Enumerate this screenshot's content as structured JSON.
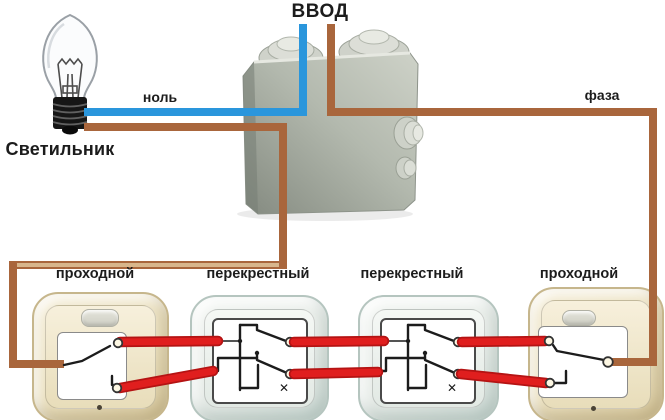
{
  "diagram": {
    "fixture_label": "Светильник",
    "input_label": "ВВОД",
    "neutral_label": "ноль",
    "phase_label": "фаза",
    "switches": [
      {
        "label": "проходной"
      },
      {
        "label": "перекрестный",
        "mark": "✕"
      },
      {
        "label": "перекрестный",
        "mark": "✕"
      },
      {
        "label": "проходной"
      }
    ]
  },
  "colors": {
    "wire_neutral": "#2a96dc",
    "wire_phase": "#a9663c",
    "wire_phase_core": "#d8b68c",
    "wire_traveler": "#e01e1e",
    "wire_traveler_edge": "#b41313",
    "schematic_line": "#1c1c1c",
    "terminal_fill": "#fdf7e3",
    "label_text": "#1c1c1c",
    "switch_beige": "#ebe1c1",
    "switch_white": "#e7ece8",
    "box_body": "#b3b9ae"
  }
}
